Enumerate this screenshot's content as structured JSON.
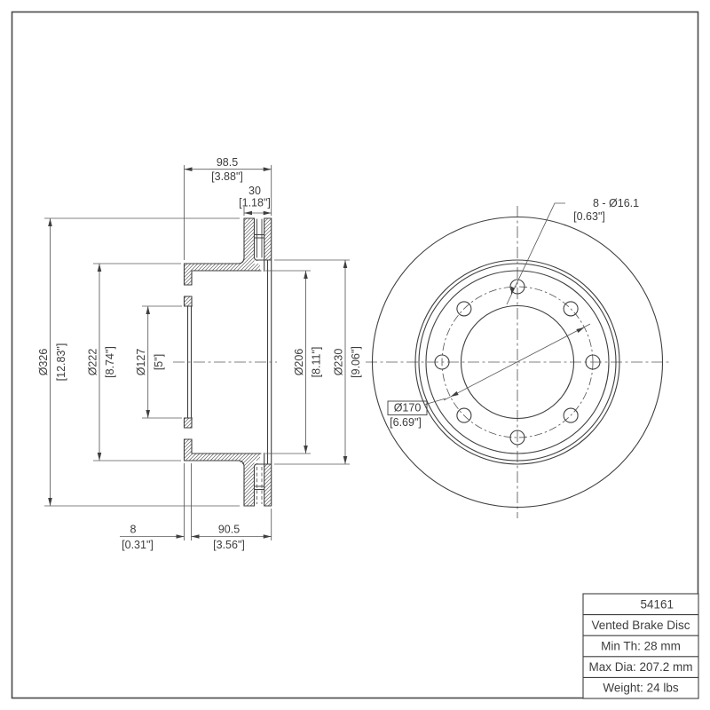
{
  "page": {
    "background": "#ffffff",
    "border_color": "#4a4a4a",
    "line_color": "#3f3f3f",
    "hatch_color": "#6a6a6a"
  },
  "dims": {
    "overall_width": {
      "mm": "98.5",
      "inch": "[3.88\"]"
    },
    "rotor_thickness": {
      "mm": "30",
      "inch": "[1.18\"]"
    },
    "outer_diameter": {
      "mm": "Ø326",
      "inch": "[12.83\"]"
    },
    "flange_diameter": {
      "mm": "Ø222",
      "inch": "[8.74\"]"
    },
    "center_bore": {
      "mm": "Ø127",
      "inch": "[5\"]"
    },
    "hat_inner_dia": {
      "mm": "Ø206",
      "inch": "[8.11\"]"
    },
    "hat_step_dia": {
      "mm": "Ø230",
      "inch": "[9.06\"]"
    },
    "wall_thickness": {
      "mm": "8",
      "inch": "[0.31\"]"
    },
    "hat_depth": {
      "mm": "90.5",
      "inch": "[3.56\"]"
    },
    "bolt_holes": {
      "mm": "8 - Ø16.1",
      "inch": "[0.63\"]"
    },
    "bolt_circle": {
      "mm": "Ø170",
      "inch": "[6.69\"]"
    }
  },
  "title_block": {
    "part_number": "54161",
    "product": "Vented Brake Disc",
    "min_thickness": "Min Th: 28 mm",
    "max_diameter": "Max Dia: 207.2 mm",
    "weight": "Weight: 24 lbs"
  }
}
